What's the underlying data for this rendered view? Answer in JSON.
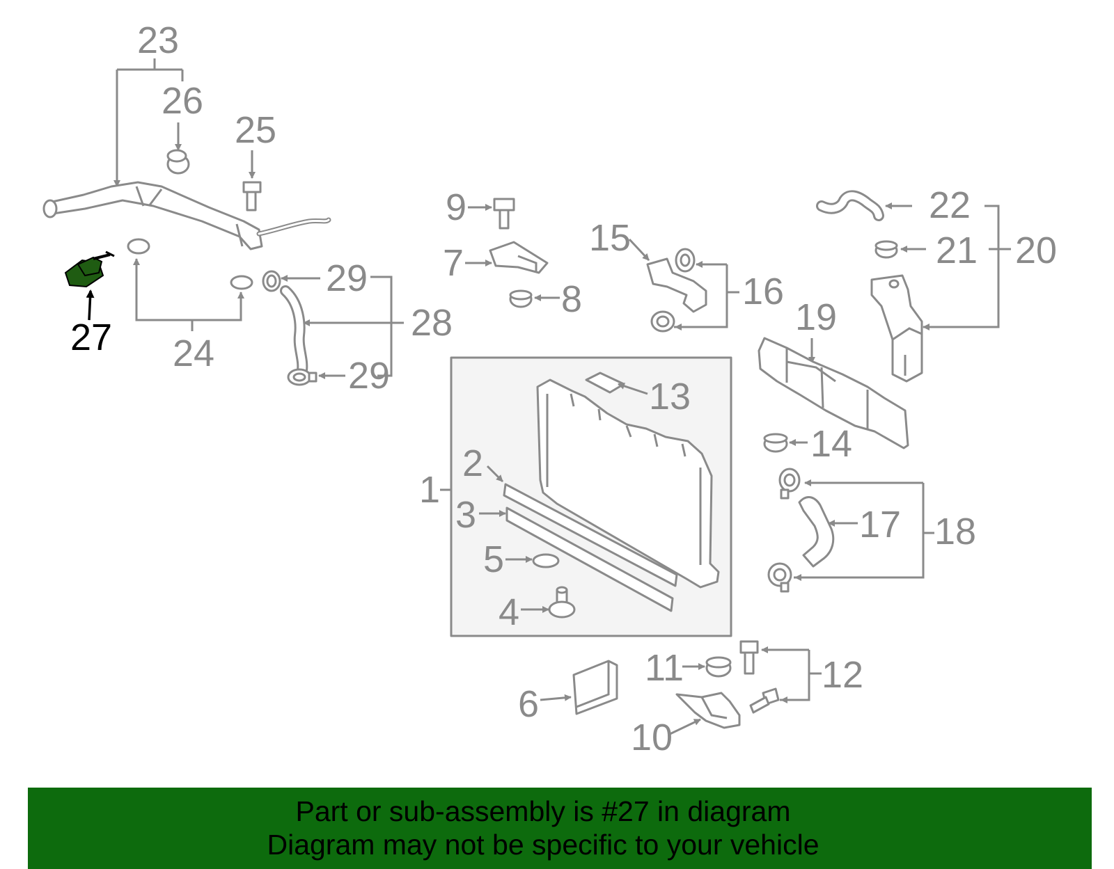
{
  "diagram": {
    "highlighted_part": "27",
    "highlight_color": "#1f5c12",
    "callouts": {
      "c1": "1",
      "c2": "2",
      "c3": "3",
      "c4": "4",
      "c5": "5",
      "c6": "6",
      "c7": "7",
      "c8": "8",
      "c9": "9",
      "c10": "10",
      "c11": "11",
      "c12": "12",
      "c13": "13",
      "c14": "14",
      "c15": "15",
      "c16": "16",
      "c17": "17",
      "c18": "18",
      "c19": "19",
      "c20": "20",
      "c21": "21",
      "c22": "22",
      "c23": "23",
      "c24": "24",
      "c25": "25",
      "c26": "26",
      "c27": "27",
      "c28": "28",
      "c29a": "29",
      "c29b": "29"
    }
  },
  "banner": {
    "line1": "Part or sub-assembly is #27 in diagram",
    "line2": "Diagram may not be specific to your vehicle",
    "background": "#0d6b0d"
  }
}
